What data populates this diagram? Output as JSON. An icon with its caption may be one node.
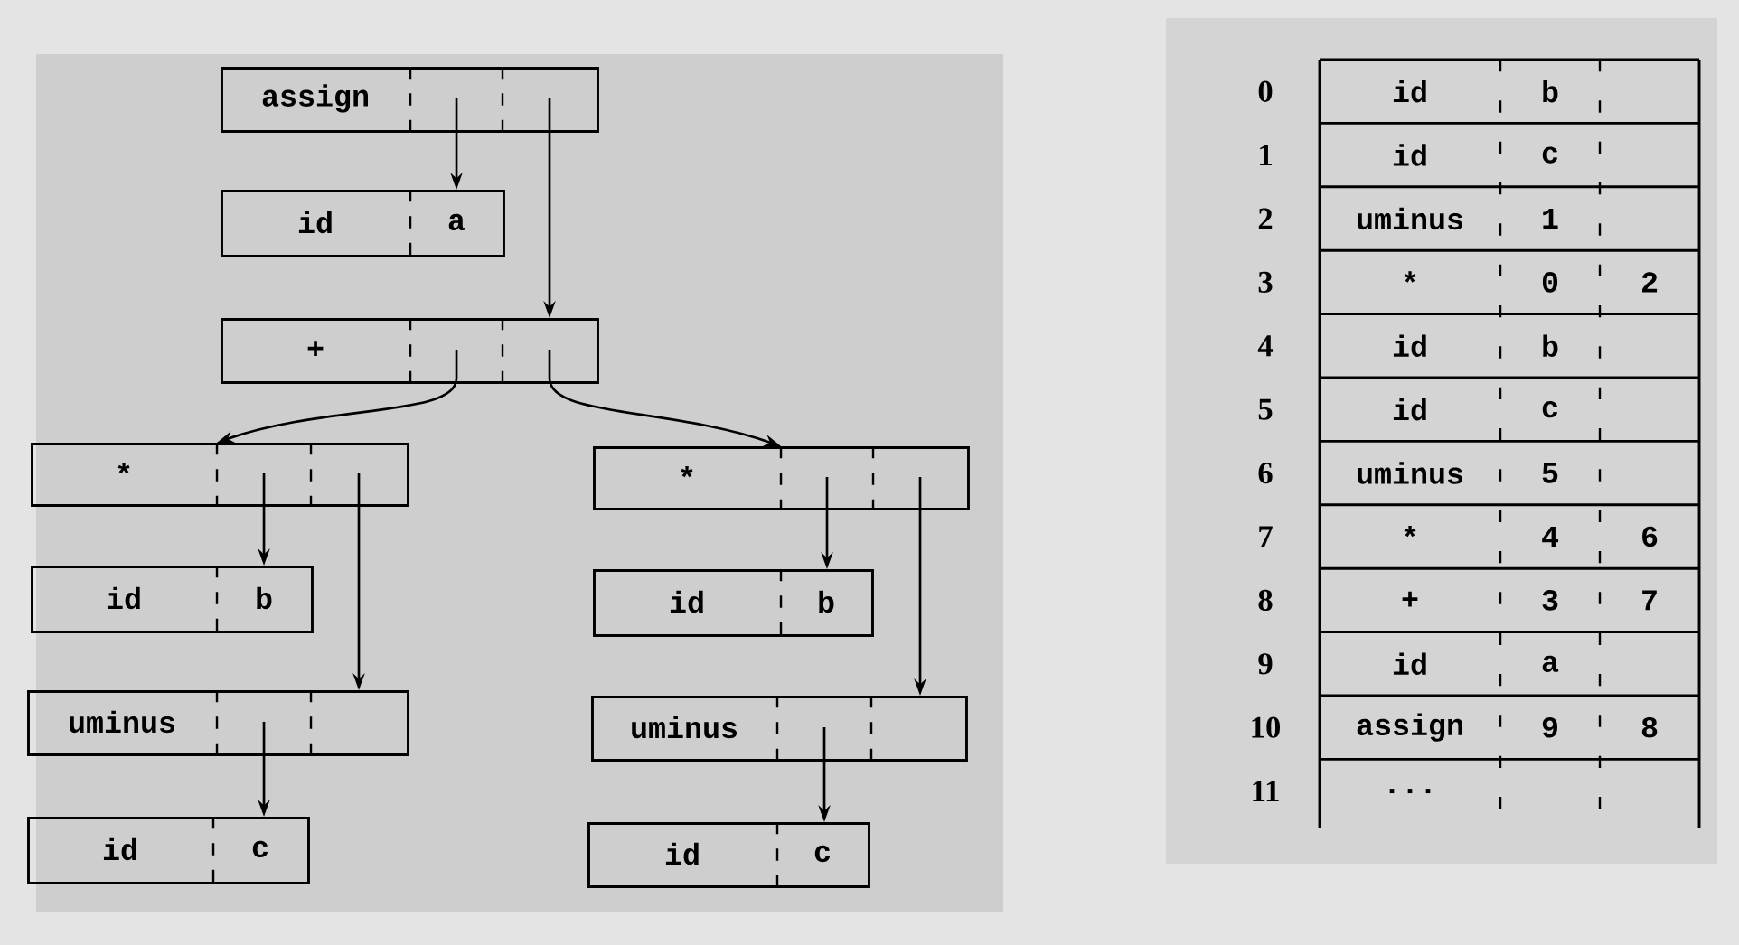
{
  "diagram": {
    "nodes": [
      {
        "text": [
          "assign"
        ]
      },
      {
        "text": [
          "id",
          "a"
        ]
      },
      {
        "text": [
          "+"
        ]
      },
      {
        "text": [
          "*"
        ]
      },
      {
        "text": [
          "*"
        ]
      },
      {
        "text": [
          "id",
          "b"
        ]
      },
      {
        "text": [
          "id",
          "b"
        ]
      },
      {
        "text": [
          "uminus"
        ]
      },
      {
        "text": [
          "uminus"
        ]
      },
      {
        "text": [
          "id",
          "c"
        ]
      },
      {
        "text": [
          "id",
          "c"
        ]
      }
    ],
    "edges": [
      {
        "from": 0,
        "to": 1,
        "arrow": "to"
      },
      {
        "from": 0,
        "to": 2,
        "arrow": "to"
      },
      {
        "from": 2,
        "to": 3,
        "arrow": "to"
      },
      {
        "from": 2,
        "to": 4,
        "arrow": "to"
      },
      {
        "from": 3,
        "to": 5,
        "arrow": "to"
      },
      {
        "from": 3,
        "to": 7,
        "arrow": "to"
      },
      {
        "from": 4,
        "to": 6,
        "arrow": "to"
      },
      {
        "from": 4,
        "to": 8,
        "arrow": "to"
      },
      {
        "from": 7,
        "to": 9,
        "arrow": "to"
      },
      {
        "from": 8,
        "to": 10,
        "arrow": "to"
      }
    ],
    "labels": [
      "0",
      "id",
      "b",
      "1",
      "id",
      "c",
      "2",
      "uminus",
      "1",
      "3",
      "*",
      "0",
      "2",
      "4",
      "id",
      "b",
      "5",
      "id",
      "c",
      "6",
      "uminus",
      "5",
      "7",
      "*",
      "4",
      "6",
      "8",
      "+",
      "3",
      "7",
      "9",
      "id",
      "a",
      "10",
      "assign",
      "9",
      "8",
      "11",
      "..."
    ]
  }
}
